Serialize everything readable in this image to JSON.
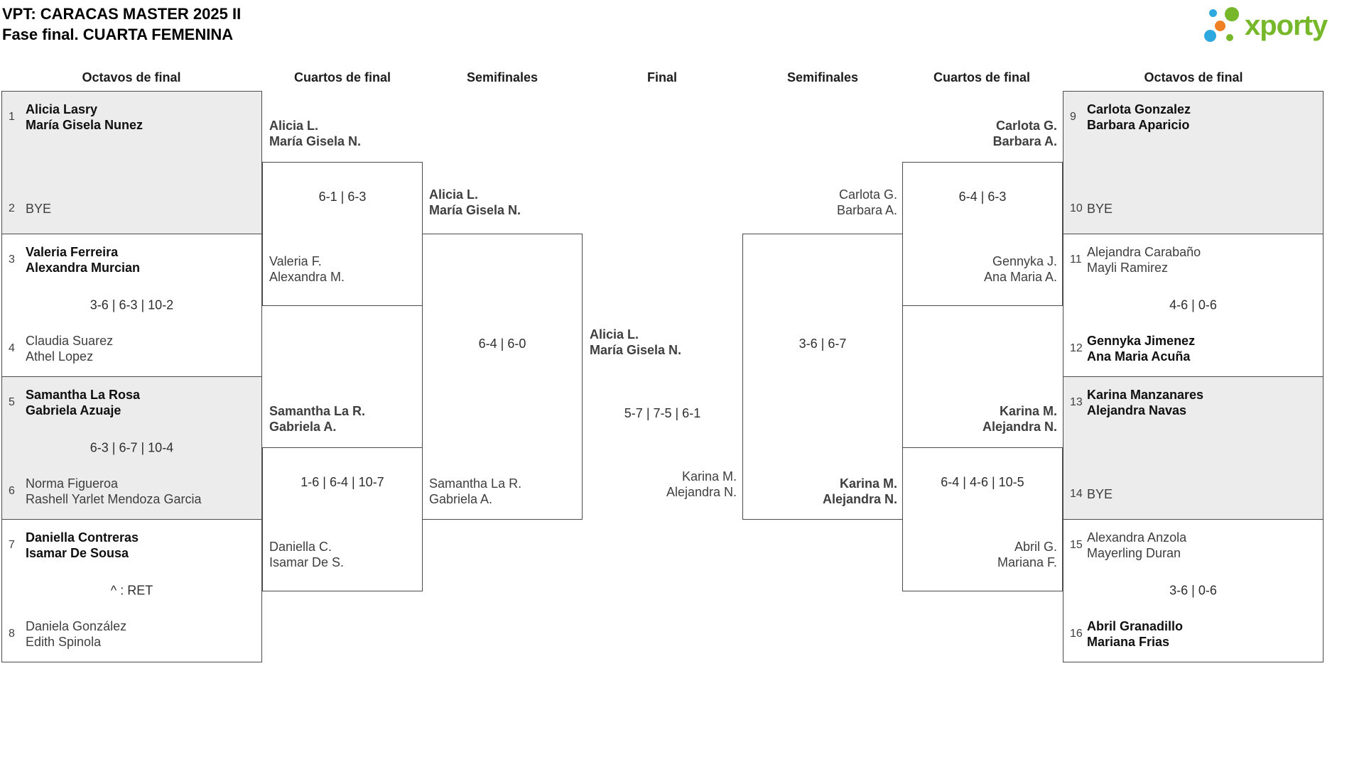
{
  "title": {
    "line1": "VPT: CARACAS MASTER 2025 II",
    "line2": "Fase final. CUARTA FEMENINA"
  },
  "logo": {
    "text": "xporty",
    "colors": {
      "green": "#76b82a",
      "blue": "#2ea9e0",
      "orange": "#ef8023"
    }
  },
  "colors": {
    "box_gray": "#ececec",
    "border": "#4a4a4a",
    "winner_text": "#0f0f0f",
    "loser_text": "#3e3e3e"
  },
  "headers": [
    {
      "label": "Octavos de final"
    },
    {
      "label": "Cuartos de final"
    },
    {
      "label": "Semifinales"
    },
    {
      "label": "Final"
    },
    {
      "label": "Semifinales"
    },
    {
      "label": "Cuartos de final"
    },
    {
      "label": "Octavos de final"
    }
  ],
  "bracket": {
    "octavos_left": [
      {
        "teamA": {
          "seed": "1",
          "names": [
            "Alicia Lasry",
            "María Gisela Nunez"
          ],
          "winner": true
        },
        "score": "",
        "teamB": {
          "seed": "2",
          "names": [
            "BYE"
          ],
          "winner": false
        }
      },
      {
        "teamA": {
          "seed": "3",
          "names": [
            "Valeria Ferreira",
            "Alexandra Murcian"
          ],
          "winner": true
        },
        "score": "3-6 | 6-3 | 10-2",
        "teamB": {
          "seed": "4",
          "names": [
            "Claudia Suarez",
            "Athel Lopez"
          ],
          "winner": false
        }
      },
      {
        "teamA": {
          "seed": "5",
          "names": [
            "Samantha La Rosa",
            "Gabriela Azuaje"
          ],
          "winner": true
        },
        "score": "6-3 | 6-7 | 10-4",
        "teamB": {
          "seed": "6",
          "names": [
            "Norma Figueroa",
            "Rashell Yarlet Mendoza Garcia"
          ],
          "winner": false
        }
      },
      {
        "teamA": {
          "seed": "7",
          "names": [
            "Daniella Contreras",
            "Isamar De Sousa"
          ],
          "winner": true
        },
        "score": "^ : RET",
        "teamB": {
          "seed": "8",
          "names": [
            "Daniela González",
            "Edith Spinola"
          ],
          "winner": false
        }
      }
    ],
    "octavos_right": [
      {
        "teamA": {
          "seed": "9",
          "names": [
            "Carlota Gonzalez",
            "Barbara Aparicio"
          ],
          "winner": true
        },
        "score": "",
        "teamB": {
          "seed": "10",
          "names": [
            "BYE"
          ],
          "winner": false
        }
      },
      {
        "teamA": {
          "seed": "11",
          "names": [
            "Alejandra Carabaño",
            "Mayli Ramirez"
          ],
          "winner": false
        },
        "score": "4-6 | 0-6",
        "teamB": {
          "seed": "12",
          "names": [
            "Gennyka Jimenez",
            "Ana Maria Acuña"
          ],
          "winner": true
        }
      },
      {
        "teamA": {
          "seed": "13",
          "names": [
            "Karina Manzanares",
            "Alejandra Navas"
          ],
          "winner": true
        },
        "score": "",
        "teamB": {
          "seed": "14",
          "names": [
            "BYE"
          ],
          "winner": false
        }
      },
      {
        "teamA": {
          "seed": "15",
          "names": [
            "Alexandra Anzola",
            "Mayerling Duran"
          ],
          "winner": false
        },
        "score": "3-6 | 0-6",
        "teamB": {
          "seed": "16",
          "names": [
            "Abril Granadillo",
            "Mariana Frias"
          ],
          "winner": true
        }
      }
    ],
    "cuartos_left": [
      {
        "p1": {
          "names": [
            "Alicia L.",
            "María Gisela N."
          ],
          "winner": true
        },
        "score": "6-1 | 6-3",
        "p2": {
          "names": [
            "Valeria F.",
            "Alexandra M."
          ],
          "winner": false
        }
      },
      {
        "p1": {
          "names": [
            "Samantha La R.",
            "Gabriela A."
          ],
          "winner": true
        },
        "score": "1-6 | 6-4 | 10-7",
        "p2": {
          "names": [
            "Daniella C.",
            "Isamar De S."
          ],
          "winner": false
        }
      }
    ],
    "cuartos_right": [
      {
        "p1": {
          "names": [
            "Carlota G.",
            "Barbara A."
          ],
          "winner": true
        },
        "score": "6-4 | 6-3",
        "p2": {
          "names": [
            "Gennyka J.",
            "Ana Maria A."
          ],
          "winner": false
        }
      },
      {
        "p1": {
          "names": [
            "Karina M.",
            "Alejandra N."
          ],
          "winner": true
        },
        "score": "6-4 | 4-6 | 10-5",
        "p2": {
          "names": [
            "Abril G.",
            "Mariana F."
          ],
          "winner": false
        }
      }
    ],
    "semi_left": {
      "p1": {
        "names": [
          "Alicia L.",
          "María Gisela N."
        ],
        "winner": true
      },
      "score": "6-4 | 6-0",
      "p2": {
        "names": [
          "Samantha La R.",
          "Gabriela A."
        ],
        "winner": false
      }
    },
    "semi_right": {
      "p1": {
        "names": [
          "Carlota G.",
          "Barbara A."
        ],
        "winner": false
      },
      "score": "3-6 | 6-7",
      "p2": {
        "names": [
          "Karina M.",
          "Alejandra N."
        ],
        "winner": true
      }
    },
    "final": {
      "p1": {
        "names": [
          "Alicia L.",
          "María Gisela N."
        ],
        "winner": true
      },
      "score": "5-7 | 7-5 | 6-1",
      "p2": {
        "names": [
          "Karina M.",
          "Alejandra N."
        ],
        "winner": false
      }
    }
  }
}
